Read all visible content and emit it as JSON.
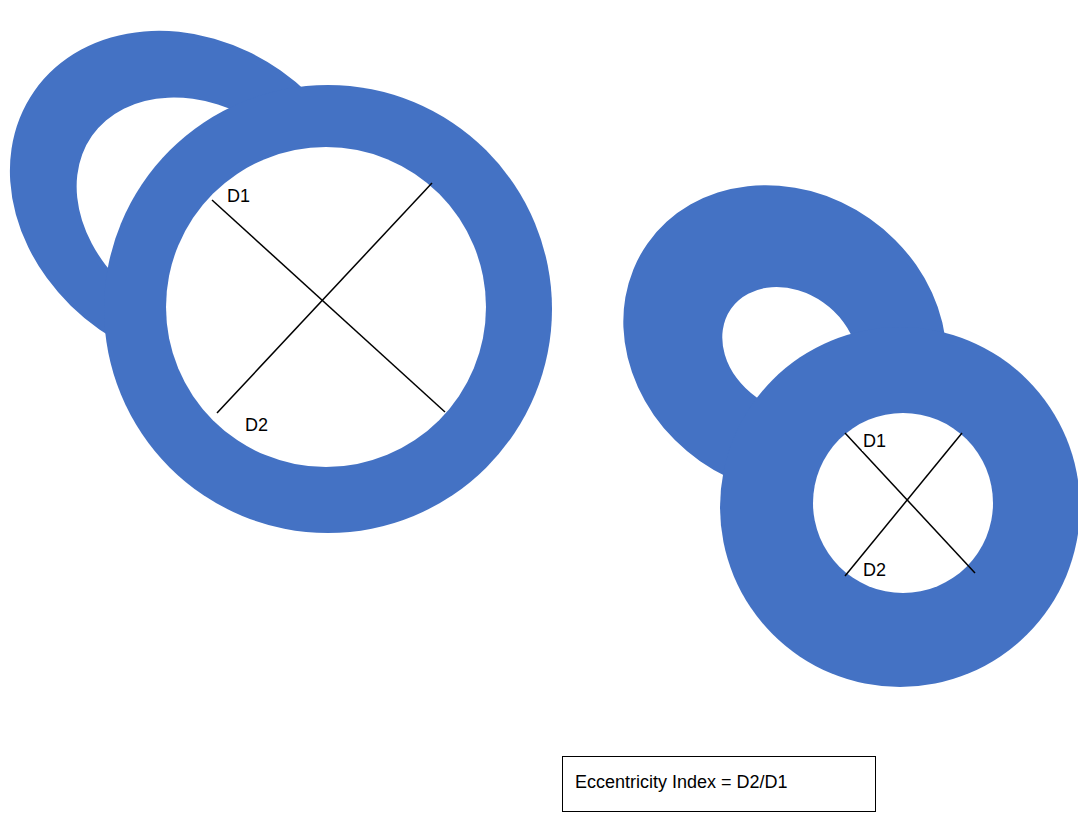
{
  "diagram": {
    "nodes": [
      {
        "text": [
          "Eccentricity Index = D2/D1"
        ]
      }
    ],
    "labels": [
      "D1",
      "D2",
      "D1",
      "D2"
    ]
  }
}
